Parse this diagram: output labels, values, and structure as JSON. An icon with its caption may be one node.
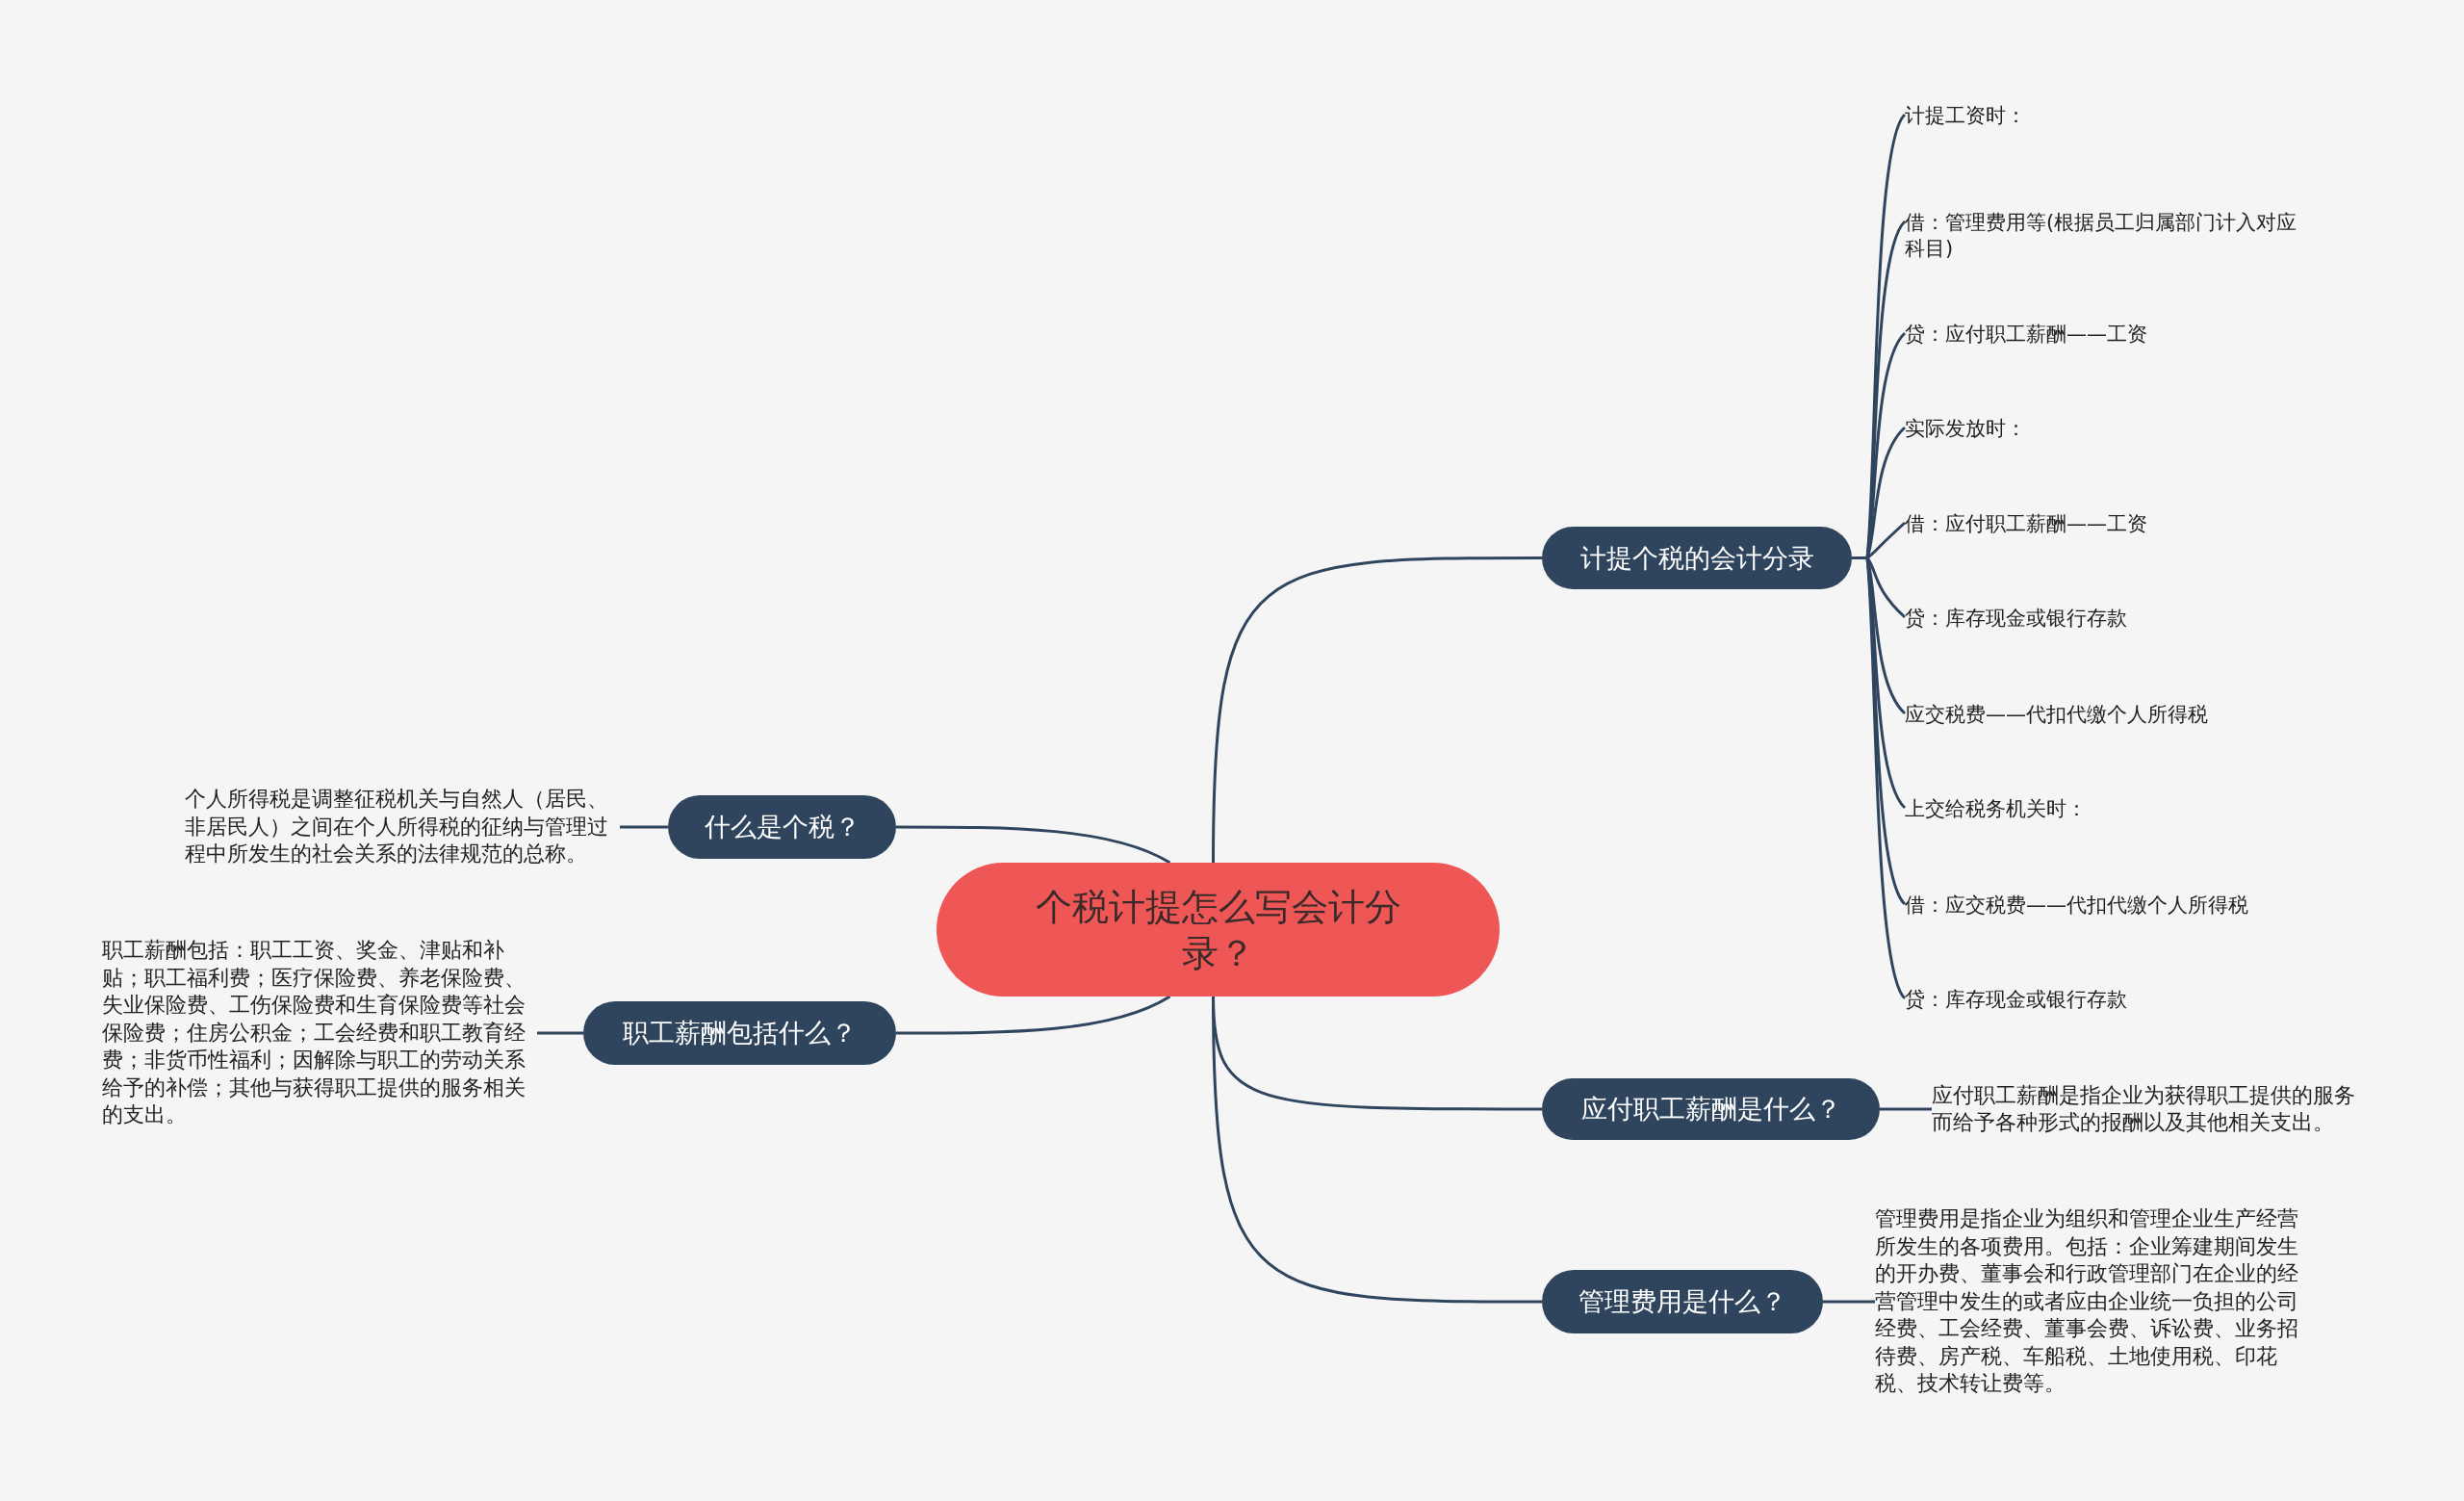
{
  "diagram": {
    "nodes": [
      {
        "text": [
          "个税计提怎么写会计分录？"
        ]
      },
      {
        "text": [
          "计提个税的会计分录"
        ]
      },
      {
        "text": [
          "计提工资时："
        ]
      },
      {
        "text": [
          "借：管理费用等(根据员工归属部门计入对应科目)"
        ]
      },
      {
        "text": [
          "贷：应付职工薪酬——工资"
        ]
      },
      {
        "text": [
          "实际发放时："
        ]
      },
      {
        "text": [
          "借：应付职工薪酬——工资"
        ]
      },
      {
        "text": [
          "贷：库存现金或银行存款"
        ]
      },
      {
        "text": [
          "应交税费——代扣代缴个人所得税"
        ]
      },
      {
        "text": [
          "上交给税务机关时："
        ]
      },
      {
        "text": [
          "借：应交税费——代扣代缴个人所得税"
        ]
      },
      {
        "text": [
          "贷：库存现金或银行存款"
        ]
      },
      {
        "text": [
          "应付职工薪酬是什么？"
        ]
      },
      {
        "text": [
          "应付职工薪酬是指企业为获得职工提供的服务而给予各种形式的报酬以及其他相关支出。"
        ]
      },
      {
        "text": [
          "管理费用是什么？"
        ]
      },
      {
        "text": [
          "管理费用是指企业为组织和管理企业生产经营所发生的各项费用。包括：企业筹建期间发生的开办费、董事会和行政管理部门在企业的经营管理中发生的或者应由企业统一负担的公司经费、工会经费、董事会费、诉讼费、业务招待费、房产税、车船税、土地使用税、印花税、技术转让费等。"
        ]
      },
      {
        "text": [
          "什么是个税？"
        ]
      },
      {
        "text": [
          "个人所得税是调整征税机关与自然人（居民、非居民人）之间在个人所得税的征纳与管理过程中所发生的社会关系的法律规范的总称。"
        ]
      },
      {
        "text": [
          "职工薪酬包括什么？"
        ]
      },
      {
        "text": [
          "职工薪酬包括：职工工资、奖金、津贴和补贴；职工福利费；医疗保险费、养老保险费、失业保险费、工伤保险费和生育保险费等社会保险费；住房公积金；工会经费和职工教育经费；非货币性福利；因解除与职工的劳动关系给予的补偿；其他与获得职工提供的服务相关的支出。"
        ]
      }
    ],
    "edges": [
      {
        "from": 0,
        "to": 1,
        "arrow": "none"
      },
      {
        "from": 1,
        "to": 2,
        "arrow": "none"
      },
      {
        "from": 1,
        "to": 3,
        "arrow": "none"
      },
      {
        "from": 1,
        "to": 4,
        "arrow": "none"
      },
      {
        "from": 1,
        "to": 5,
        "arrow": "none"
      },
      {
        "from": 1,
        "to": 6,
        "arrow": "none"
      },
      {
        "from": 1,
        "to": 7,
        "arrow": "none"
      },
      {
        "from": 1,
        "to": 8,
        "arrow": "none"
      },
      {
        "from": 1,
        "to": 9,
        "arrow": "none"
      },
      {
        "from": 1,
        "to": 10,
        "arrow": "none"
      },
      {
        "from": 1,
        "to": 11,
        "arrow": "none"
      },
      {
        "from": 0,
        "to": 12,
        "arrow": "none"
      },
      {
        "from": 12,
        "to": 13,
        "arrow": "none"
      },
      {
        "from": 0,
        "to": 14,
        "arrow": "none"
      },
      {
        "from": 14,
        "to": 15,
        "arrow": "none"
      },
      {
        "from": 0,
        "to": 16,
        "arrow": "none"
      },
      {
        "from": 16,
        "to": 17,
        "arrow": "none"
      },
      {
        "from": 0,
        "to": 18,
        "arrow": "none"
      },
      {
        "from": 18,
        "to": 19,
        "arrow": "none"
      }
    ]
  }
}
